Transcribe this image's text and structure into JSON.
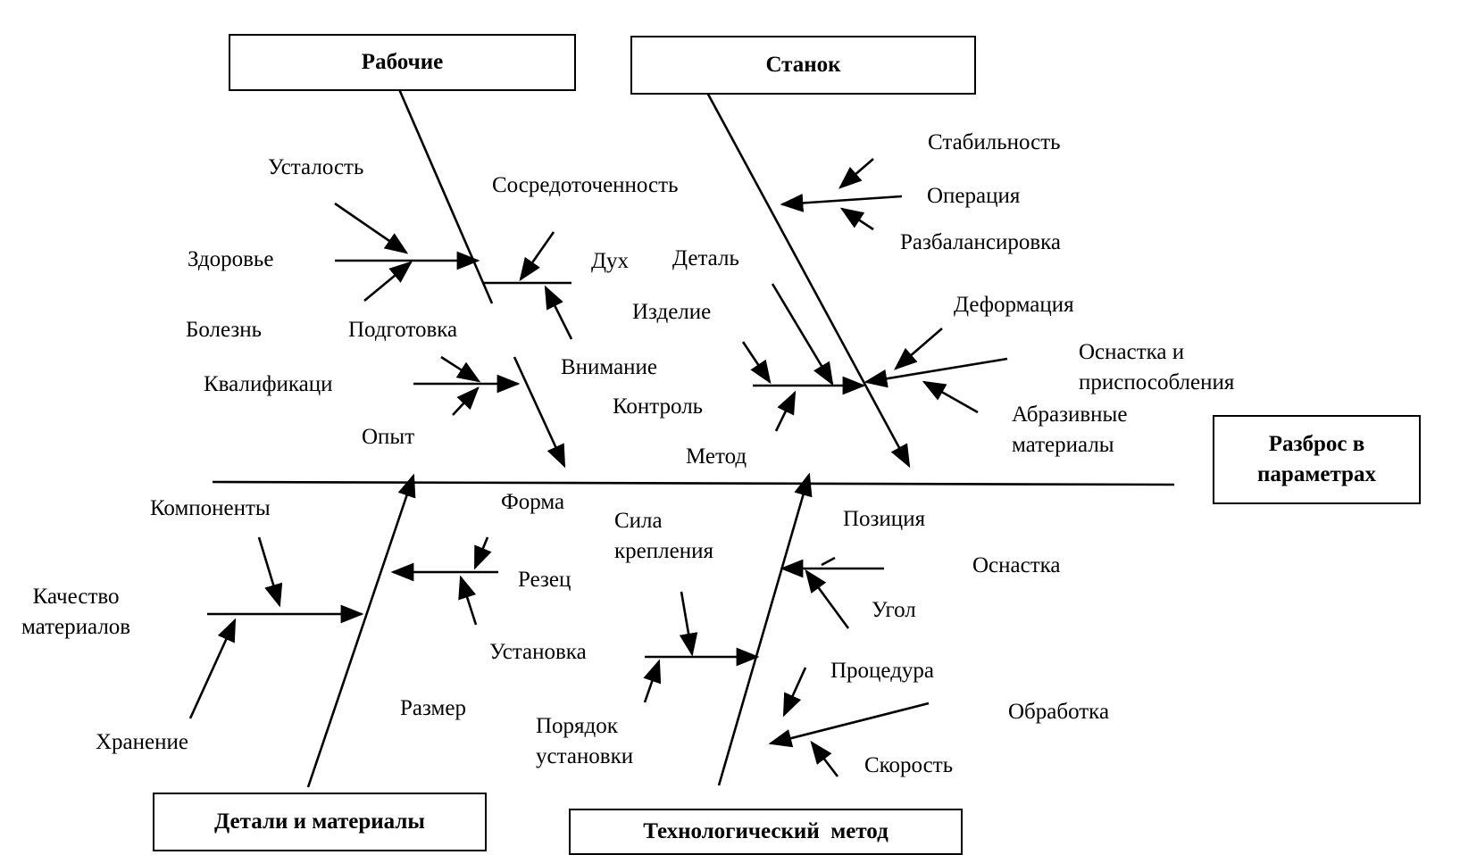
{
  "categories": {
    "workers": "Рабочие",
    "machine": "Станок",
    "materials": "Детали и материалы",
    "method": "Технологический  метод"
  },
  "effect": "Разброс в\nпараметрах",
  "causes": {
    "workers": {
      "fatigue": "Усталость",
      "concentration": "Сосредоточенность",
      "health": "Здоровье",
      "spirit": "Дух",
      "illness": "Болезнь",
      "training": "Подготовка",
      "attention": "Внимание",
      "qualification": "Квалификаци",
      "experience": "Опыт"
    },
    "machine": {
      "stability": "Стабильность",
      "operation": "Операция",
      "imbalance": "Разбалансировка",
      "part": "Деталь",
      "product": "Изделие",
      "deformation": "Деформация",
      "tooling": "Оснастка и\nприспособления",
      "control": "Контроль",
      "abrasives": "Абразивные\nматериалы",
      "method": "Метод"
    },
    "materials": {
      "components": "Компоненты",
      "shape": "Форма",
      "material_quality": "Качество\nматериалов",
      "cutter": "Резец",
      "installation": "Установка",
      "size": "Размер",
      "storage": "Хранение"
    },
    "method": {
      "clamping_force": "Сила\nкрепления",
      "position": "Позиция",
      "fixture": "Оснастка",
      "angle": "Угол",
      "procedure": "Процедура",
      "processing": "Обработка",
      "install_order": "Порядок\nустановки",
      "speed": "Скорость"
    }
  }
}
